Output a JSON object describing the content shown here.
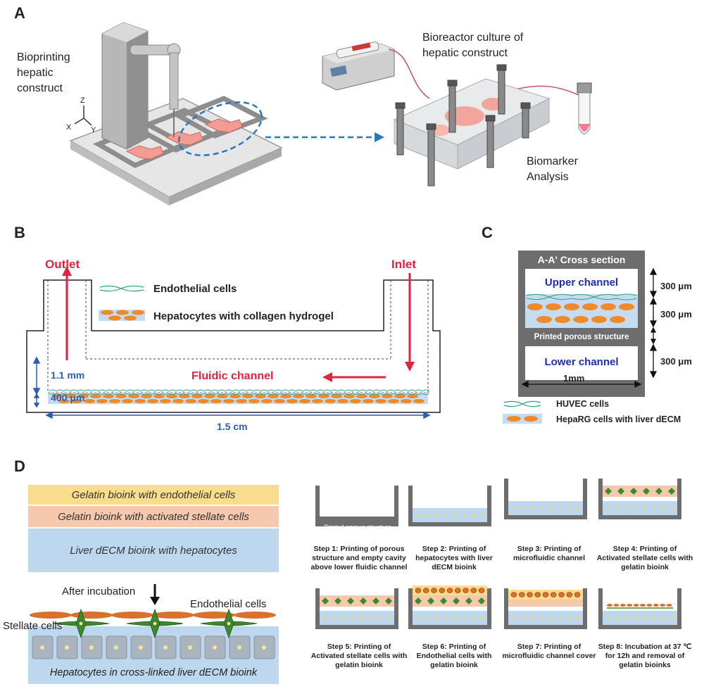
{
  "panels": {
    "a": "A",
    "b": "B",
    "c": "C",
    "d": "D"
  },
  "panel_a": {
    "bioprinting_lines": [
      "Bioprinting",
      "hepatic",
      "construct"
    ],
    "bioreactor_lines": [
      "Bioreactor culture of",
      "hepatic construct"
    ],
    "biomarker_lines": [
      "Biomarker",
      "Analysis"
    ],
    "axes": {
      "x": "X",
      "y": "Y",
      "z": "Z"
    }
  },
  "panel_b": {
    "outlet": "Outlet",
    "inlet": "Inlet",
    "legend_endothelial": "Endothelial cells",
    "legend_hepatocytes": "Hepatocytes with collagen hydrogel",
    "fluidic_channel": "Fluidic channel",
    "height_channel": "1.1 mm",
    "height_layer": "400 μm",
    "width": "1.5 cm"
  },
  "panel_c": {
    "title": "A-A' Cross section",
    "upper": "Upper channel",
    "lower": "Lower channel",
    "porous": "Printed porous structure",
    "dim1": "300 μm",
    "dim2": "300 μm",
    "dim3": "300 μm",
    "width": "1mm",
    "legend_huvec": "HUVEC cells",
    "legend_heparg": "HepaRG cells with liver dECM"
  },
  "panel_d": {
    "layer1": "Gelatin bioink with endothelial cells",
    "layer2": "Gelatin bioink with activated stellate cells",
    "layer3": "Liver dECM bioink with hepatocytes",
    "after_incubation": "After incubation",
    "endothelial": "Endothelial cells",
    "stellate": "Stellate cells",
    "hepatocytes_bottom": "Hepatocytes in cross-linked liver dECM bioink",
    "step1_inner": "Printed porous structure",
    "steps": [
      "Step 1: Printing of porous structure and empty cavity above lower fluidic channel",
      "Step 2: Printing of hepatocytes with liver dECM bioink",
      "Step 3: Printing of microfluidic channel",
      "Step 4: Printing of Activated stellate cells with gelatin bioink",
      "Step 5: Printing of Activated stellate cells with gelatin bioink",
      "Step 6: Printing of Endothelial cells with gelatin bioink",
      "Step 7: Printing of microfluidic channel cover",
      "Step 8: Incubation at 37 ℃ for 12h and removal of gelatin bioinks"
    ]
  },
  "colors": {
    "red": "#e0233f",
    "blue": "#2b5fb4",
    "dark_blue": "#1b2fb0",
    "orange": "#ef8a2a",
    "light_blue": "#bcd7ee",
    "yellow": "#f9dc8c",
    "peach": "#f6c8ad",
    "grey_frame": "#6d6d6d"
  }
}
